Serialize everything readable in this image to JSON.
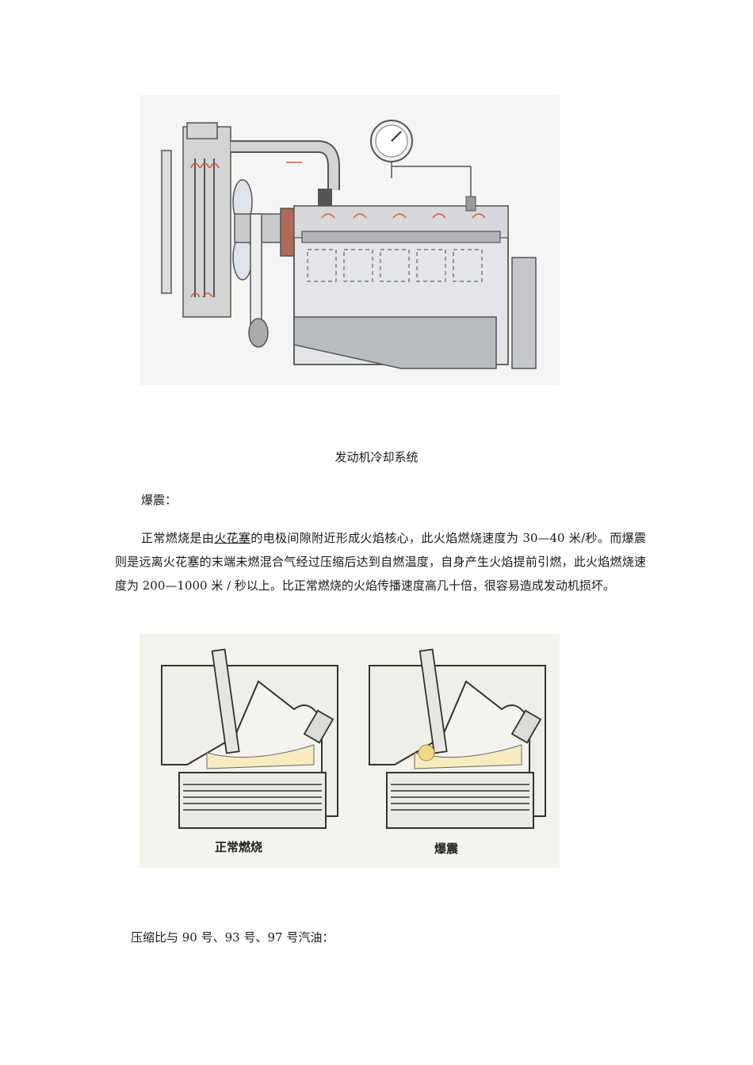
{
  "figures": {
    "cooling_caption": "发动机冷却系统",
    "knock_labels": {
      "normal": "正常燃烧",
      "knock": "爆震"
    }
  },
  "sections": {
    "knock_heading": "爆震：",
    "knock_paragraph": {
      "before_link": "正常燃烧是由",
      "link": "火花塞",
      "after_link": "的电极间隙附近形成火焰核心，此火焰燃烧速度为 30—40 米/秒。而爆震则是远离火花塞的末端未燃混合气经过压缩后达到自燃温度，自身产生火焰提前引燃，此火焰燃烧速度为 200—1000 米 / 秒以上。比正常燃烧的火焰传播速度高几十倍，很容易造成发动机损坏。"
    },
    "compression_heading": "压缩比与 90 号、93 号、97 号汽油："
  },
  "colors": {
    "diagram_gray": "#c8c9cc",
    "diagram_dark": "#5a5b5f",
    "coolant_arrow": "#d9573a"
  }
}
